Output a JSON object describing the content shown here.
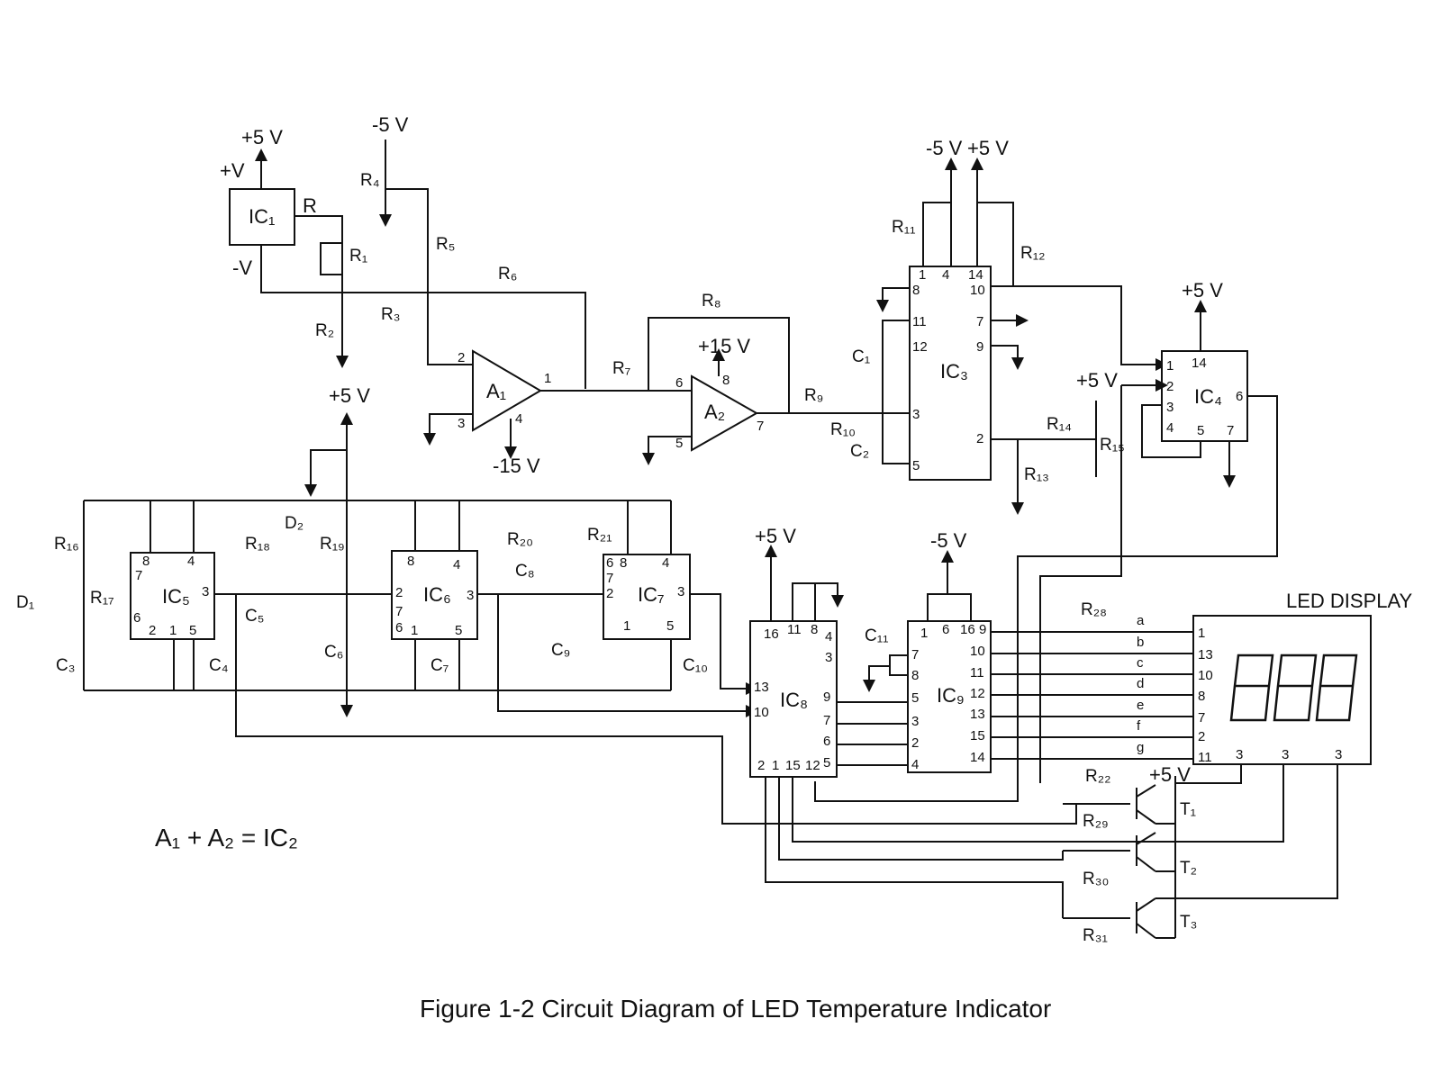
{
  "caption": "Figure 1-2 Circuit Diagram of LED Temperature Indicator",
  "equation": "A₁ + A₂ = IC₂",
  "display": {
    "title": "LED DISPLAY"
  },
  "supplies": {
    "p5v": "+5 V",
    "m5v": "-5 V",
    "p15v": "+15 V",
    "m15v": "-15 V",
    "plus_v": "+V",
    "minus_v": "-V"
  },
  "ics": [
    "IC₁",
    "A₁",
    "A₂",
    "IC₃",
    "IC₄",
    "IC₅",
    "IC₆",
    "IC₇",
    "IC₈",
    "IC₉"
  ],
  "resistors": [
    "R₁",
    "R₂",
    "R₃",
    "R₄",
    "R₅",
    "R₆",
    "R₇",
    "R₈",
    "R₉",
    "R₁₀",
    "R₁₁",
    "R₁₂",
    "R₁₃",
    "R₁₄",
    "R₁₅",
    "R₁₆",
    "R₁₇",
    "R₁₈",
    "R₁₉",
    "R₂₀",
    "R₂₁",
    "R₂₂",
    "R₂₈",
    "R₂₉",
    "R₃₀",
    "R₃₁"
  ],
  "capacitors": [
    "C₁",
    "C₂",
    "C₃",
    "C₄",
    "C₅",
    "C₆",
    "C₇",
    "C₈",
    "C₉",
    "C₁₀",
    "C₁₁"
  ],
  "diodes": [
    "D₁",
    "D₂"
  ],
  "transistors": [
    "T₁",
    "T₂",
    "T₃"
  ],
  "misc_labels": [
    "R"
  ],
  "segments": [
    "a",
    "b",
    "c",
    "d",
    "e",
    "f",
    "g"
  ],
  "pins": {
    "ic3_left": [
      "8",
      "11",
      "12",
      "3",
      "5"
    ],
    "ic3_right": [
      "10",
      "7",
      "9",
      "2"
    ],
    "ic3_top": [
      "1",
      "4",
      "14"
    ],
    "ic4": [
      "1",
      "14",
      "2",
      "3",
      "4",
      "5",
      "7",
      "6"
    ],
    "ic5": [
      "8",
      "4",
      "7",
      "6",
      "3",
      "2",
      "1",
      "5"
    ],
    "ic6": [
      "8",
      "4",
      "2",
      "7",
      "6",
      "3",
      "1",
      "5"
    ],
    "ic7": [
      "6",
      "8",
      "4",
      "7",
      "2",
      "3",
      "1",
      "5"
    ],
    "ic8_top": [
      "16",
      "11",
      "8",
      "4",
      "3"
    ],
    "ic8_left": [
      "13",
      "10"
    ],
    "ic8_right": [
      "9",
      "7",
      "6",
      "5"
    ],
    "ic8_bottom": [
      "2",
      "1",
      "15",
      "12"
    ],
    "ic9_top": [
      "1",
      "6",
      "16",
      "9"
    ],
    "ic9_left": [
      "7",
      "8",
      "5",
      "3",
      "2",
      "4"
    ],
    "ic9_right": [
      "10",
      "11",
      "12",
      "13",
      "15",
      "14"
    ],
    "display_left": [
      "1",
      "13",
      "10",
      "8",
      "7",
      "2",
      "11"
    ],
    "display_bottom": [
      "3",
      "3",
      "3"
    ],
    "opamp1": [
      "2",
      "3",
      "4",
      "1"
    ],
    "opamp2": [
      "6",
      "5",
      "8",
      "7"
    ]
  },
  "colors": {
    "ink": "#111111",
    "background": "#ffffff"
  }
}
